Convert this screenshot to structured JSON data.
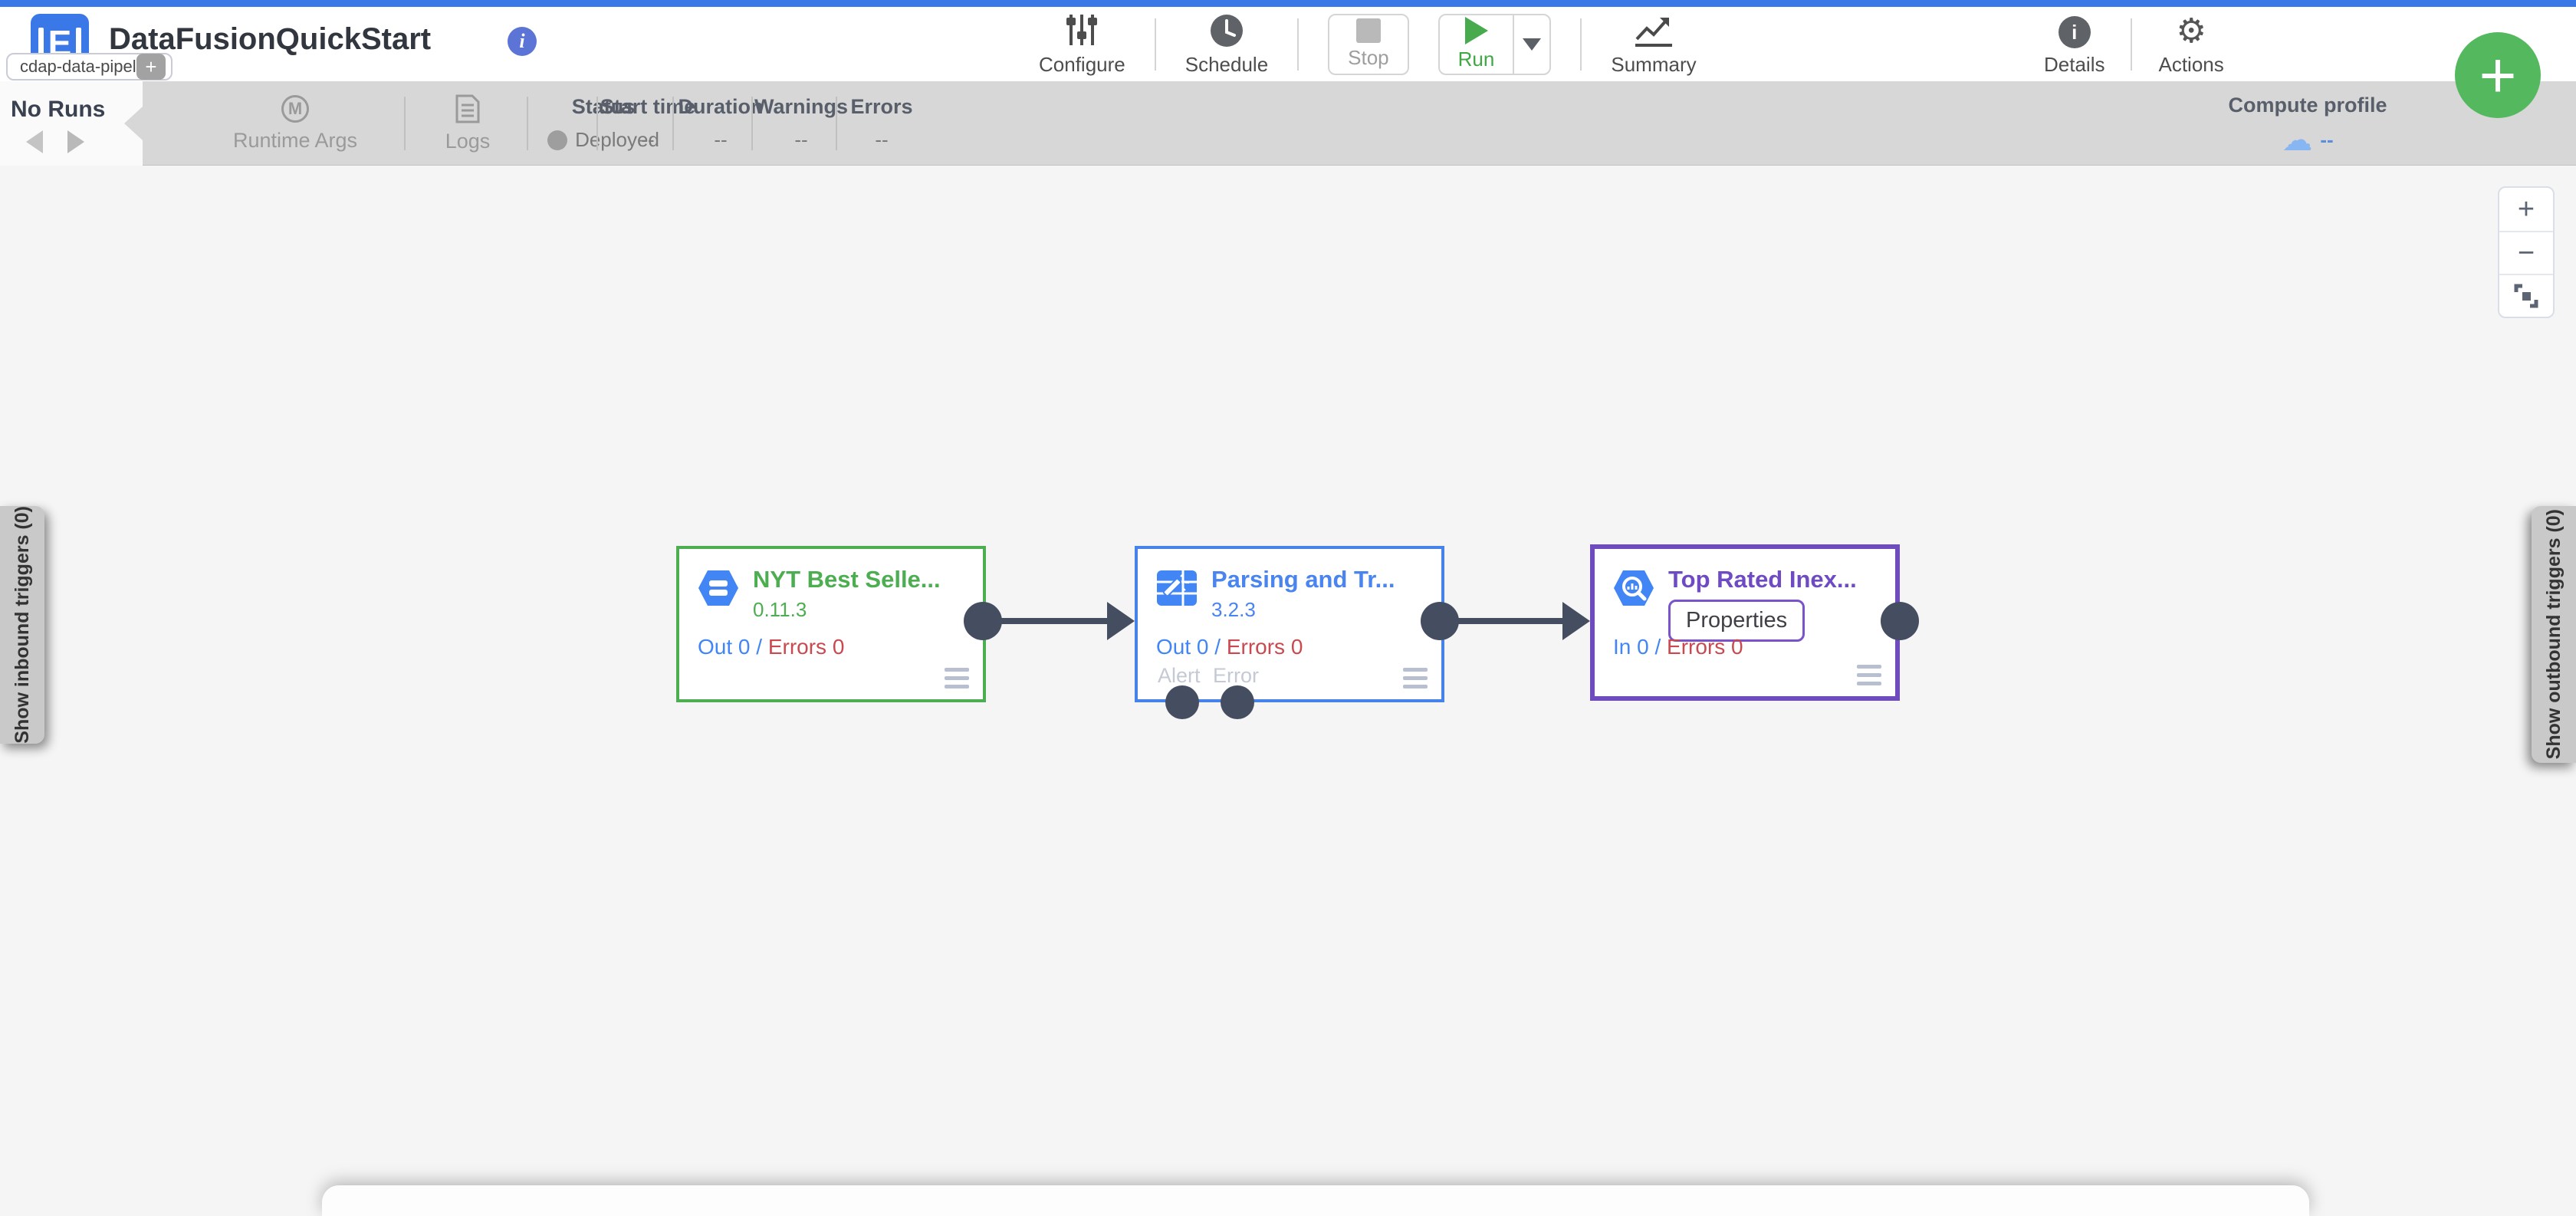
{
  "header": {
    "title": "DataFusionQuickStart",
    "tag": "cdap-data-pipeline",
    "add_tag": "+",
    "logo_letter": "E",
    "info": "i",
    "toolbar": {
      "configure": "Configure",
      "schedule": "Schedule",
      "stop": "Stop",
      "run": "Run",
      "summary": "Summary",
      "details": "Details",
      "actions": "Actions",
      "gear_glyph": "⚙"
    },
    "fab": "+"
  },
  "status_bar": {
    "no_runs": "No Runs",
    "runtime_args": {
      "icon_letter": "M",
      "label": "Runtime Args"
    },
    "logs": "Logs",
    "fields": {
      "status": {
        "label": "Status",
        "value": "Deployed"
      },
      "start_time": {
        "label": "Start time",
        "value": "--"
      },
      "duration": {
        "label": "Duration",
        "value": "--"
      },
      "warnings": {
        "label": "Warnings",
        "value": "--"
      },
      "errors": {
        "label": "Errors",
        "value": "--"
      }
    },
    "compute_profile": {
      "label": "Compute profile",
      "cloud_glyph": "☁",
      "value": "--"
    }
  },
  "canvas": {
    "nodes": [
      {
        "title": "NYT Best Selle...",
        "version": "0.11.3",
        "metric_main": "Out 0",
        "metric_sep": " / ",
        "metric_err": "Errors 0"
      },
      {
        "title": "Parsing and Tr...",
        "version": "3.2.3",
        "metric_main": "Out 0",
        "metric_sep": " / ",
        "metric_err": "Errors 0",
        "alert_label": "Alert",
        "error_label": "Error"
      },
      {
        "title": "Top Rated Inex...",
        "properties": "Properties",
        "metric_main": "In 0",
        "metric_sep": " / ",
        "metric_err": "Errors 0"
      }
    ],
    "zoom_in": "+",
    "zoom_out": "−",
    "left_trigger": "Show inbound triggers (0)",
    "right_trigger": "Show outbound triggers (0)"
  },
  "colors": {
    "top_strip": "#3b78e7",
    "source_green": "#4cae50",
    "transform_blue": "#4583ea",
    "sink_purple": "#6e4cbe",
    "metric_blue": "#4285f4",
    "metric_red": "#c9494f",
    "port_dark": "#454d61",
    "fab_green": "#53b85e",
    "bar_gray": "#d7d7d7"
  }
}
